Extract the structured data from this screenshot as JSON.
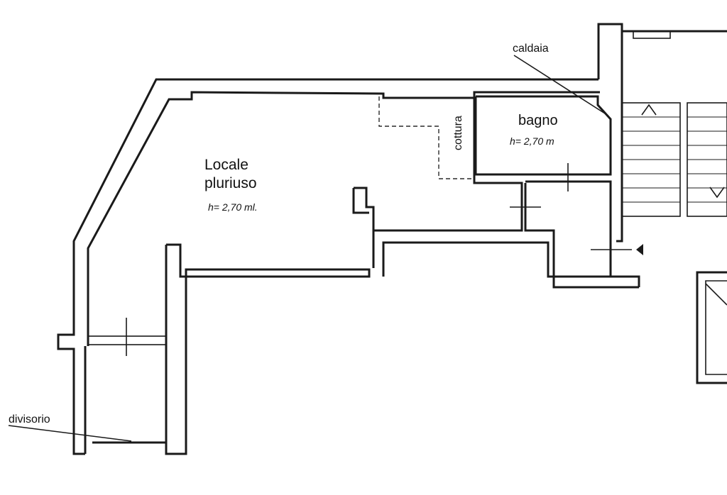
{
  "labels": {
    "caldaia": "caldaia",
    "bagno": "bagno",
    "bagno_height": "h= 2,70 m",
    "cottura": "cottura",
    "locale_line1": "Locale",
    "locale_line2": "pluriuso",
    "locale_height": "h= 2,70 ml.",
    "divisorio": "divisorio"
  },
  "colors": {
    "ink": "#1a1a1a",
    "paper": "#ffffff"
  }
}
